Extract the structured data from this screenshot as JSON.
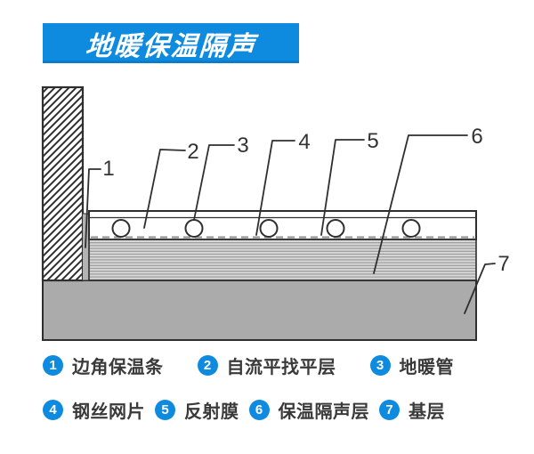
{
  "title": {
    "text": "地暖保温隔声"
  },
  "colors": {
    "accent_blue": "#0E8ADF",
    "line_dark": "#2F2F2F",
    "base_gray": "#ABABAB",
    "edge_strip_gray": "#B3B3B3",
    "stripe_light": "#D8D8D8",
    "stripe_dark": "#9A9A9A",
    "dashed_film_gray": "#8C8C8C",
    "label_text": "#3A3A3A"
  },
  "diagram": {
    "callouts": [
      "1",
      "2",
      "3",
      "4",
      "5",
      "6",
      "7"
    ]
  },
  "legend": {
    "rows": [
      {
        "items": [
          {
            "num": "1",
            "label": "边角保温条"
          },
          {
            "num": "2",
            "label": "自流平找平层"
          },
          {
            "num": "3",
            "label": "地暖管"
          }
        ]
      },
      {
        "items": [
          {
            "num": "4",
            "label": "钢丝网片"
          },
          {
            "num": "5",
            "label": "反射膜"
          },
          {
            "num": "6",
            "label": "保温隔声层"
          },
          {
            "num": "7",
            "label": "基层"
          }
        ]
      }
    ]
  }
}
